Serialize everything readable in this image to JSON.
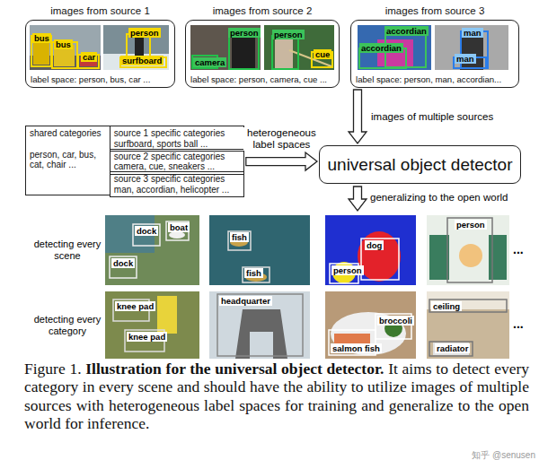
{
  "diagram": {
    "caption": "Figure 1. Illustration for the universal object detector. It aims to detect every category in every scene and should have the ability to utilize images of multiple sources with heterogeneous label spaces for training and generalize to the open world for inference.",
    "nodes": [
      {
        "text": [
          "images from source 1",
          "label space: person, bus, car ..."
        ]
      },
      {
        "text": [
          "images from source 2",
          "label space: person, camera, cue ..."
        ]
      },
      {
        "text": [
          "images from source 3",
          "label space: person, man, accordian..."
        ]
      },
      {
        "text": [
          "shared categories",
          "person, car, bus, cat, chair ..."
        ]
      },
      {
        "text": [
          "source 1 specific categories",
          "surfboard, sports ball ..."
        ]
      },
      {
        "text": [
          "source 2 specific categories",
          "camera, cue, sneakers ..."
        ]
      },
      {
        "text": [
          "source 3 specific categories",
          "man, accordian, helicopter ..."
        ]
      },
      {
        "text": [
          "universal object detector"
        ]
      }
    ],
    "edges": [
      {
        "from": 2,
        "to": 7,
        "label": "images of multiple sources",
        "arrow": "to"
      },
      {
        "from": 5,
        "to": 7,
        "label": "heterogeneous label spaces",
        "arrow": "to"
      }
    ],
    "labels": [
      "bus",
      "bus",
      "car",
      "person",
      "surfboard",
      "person",
      "camera",
      "person",
      "cue",
      "accordian",
      "accordian",
      "man",
      "man",
      "generalizing to the open world",
      "detecting every scene",
      "dock",
      "boat",
      "dock",
      "fish",
      "fish",
      "dog",
      "person",
      "person",
      "...",
      "detecting every category",
      "knee pad",
      "knee pad",
      "headquarter",
      "salmon fish",
      "broccoli",
      "ceiling",
      "radiator",
      "...",
      "知乎 @senusen"
    ]
  }
}
